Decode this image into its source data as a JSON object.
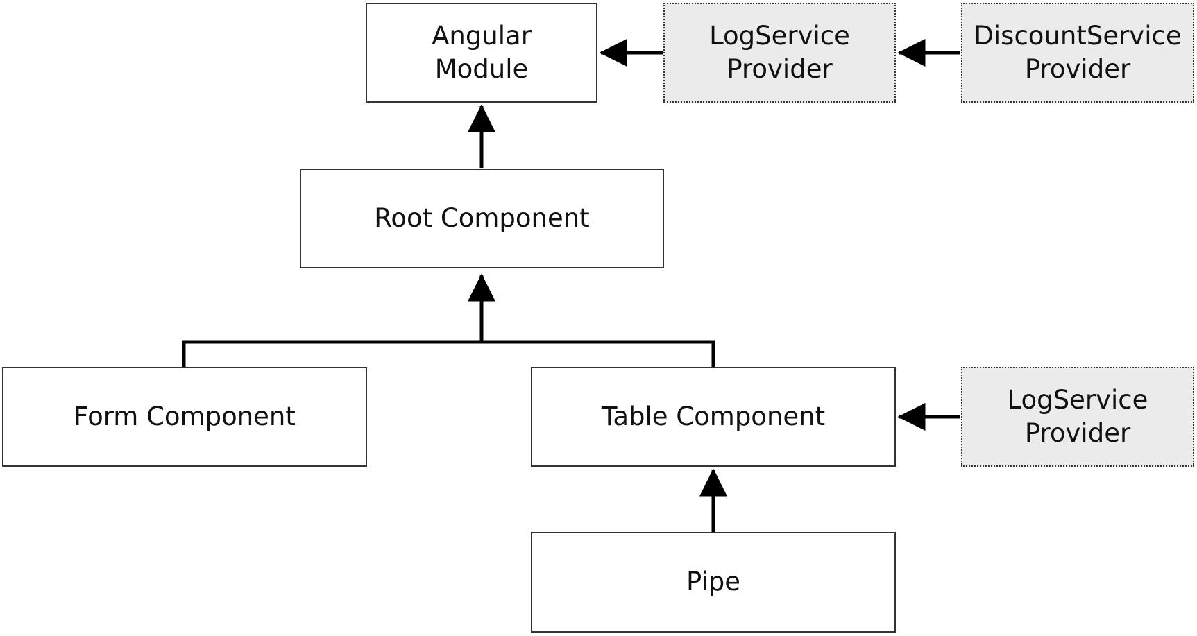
{
  "diagram": {
    "nodes": {
      "angular_module": {
        "lines": [
          "Angular",
          "Module"
        ]
      },
      "log_service_provider_top": {
        "lines": [
          "LogService",
          "Provider"
        ]
      },
      "discount_service_provider": {
        "lines": [
          "DiscountService",
          "Provider"
        ]
      },
      "root_component": {
        "lines": [
          "Root Component"
        ]
      },
      "form_component": {
        "lines": [
          "Form Component"
        ]
      },
      "table_component": {
        "lines": [
          "Table Component"
        ]
      },
      "log_service_provider_table": {
        "lines": [
          "LogService",
          "Provider"
        ]
      },
      "pipe": {
        "lines": [
          "Pipe"
        ]
      }
    },
    "colors": {
      "line": "#000000",
      "box_border": "#333333",
      "provider_fill": "#ebebeb"
    }
  }
}
